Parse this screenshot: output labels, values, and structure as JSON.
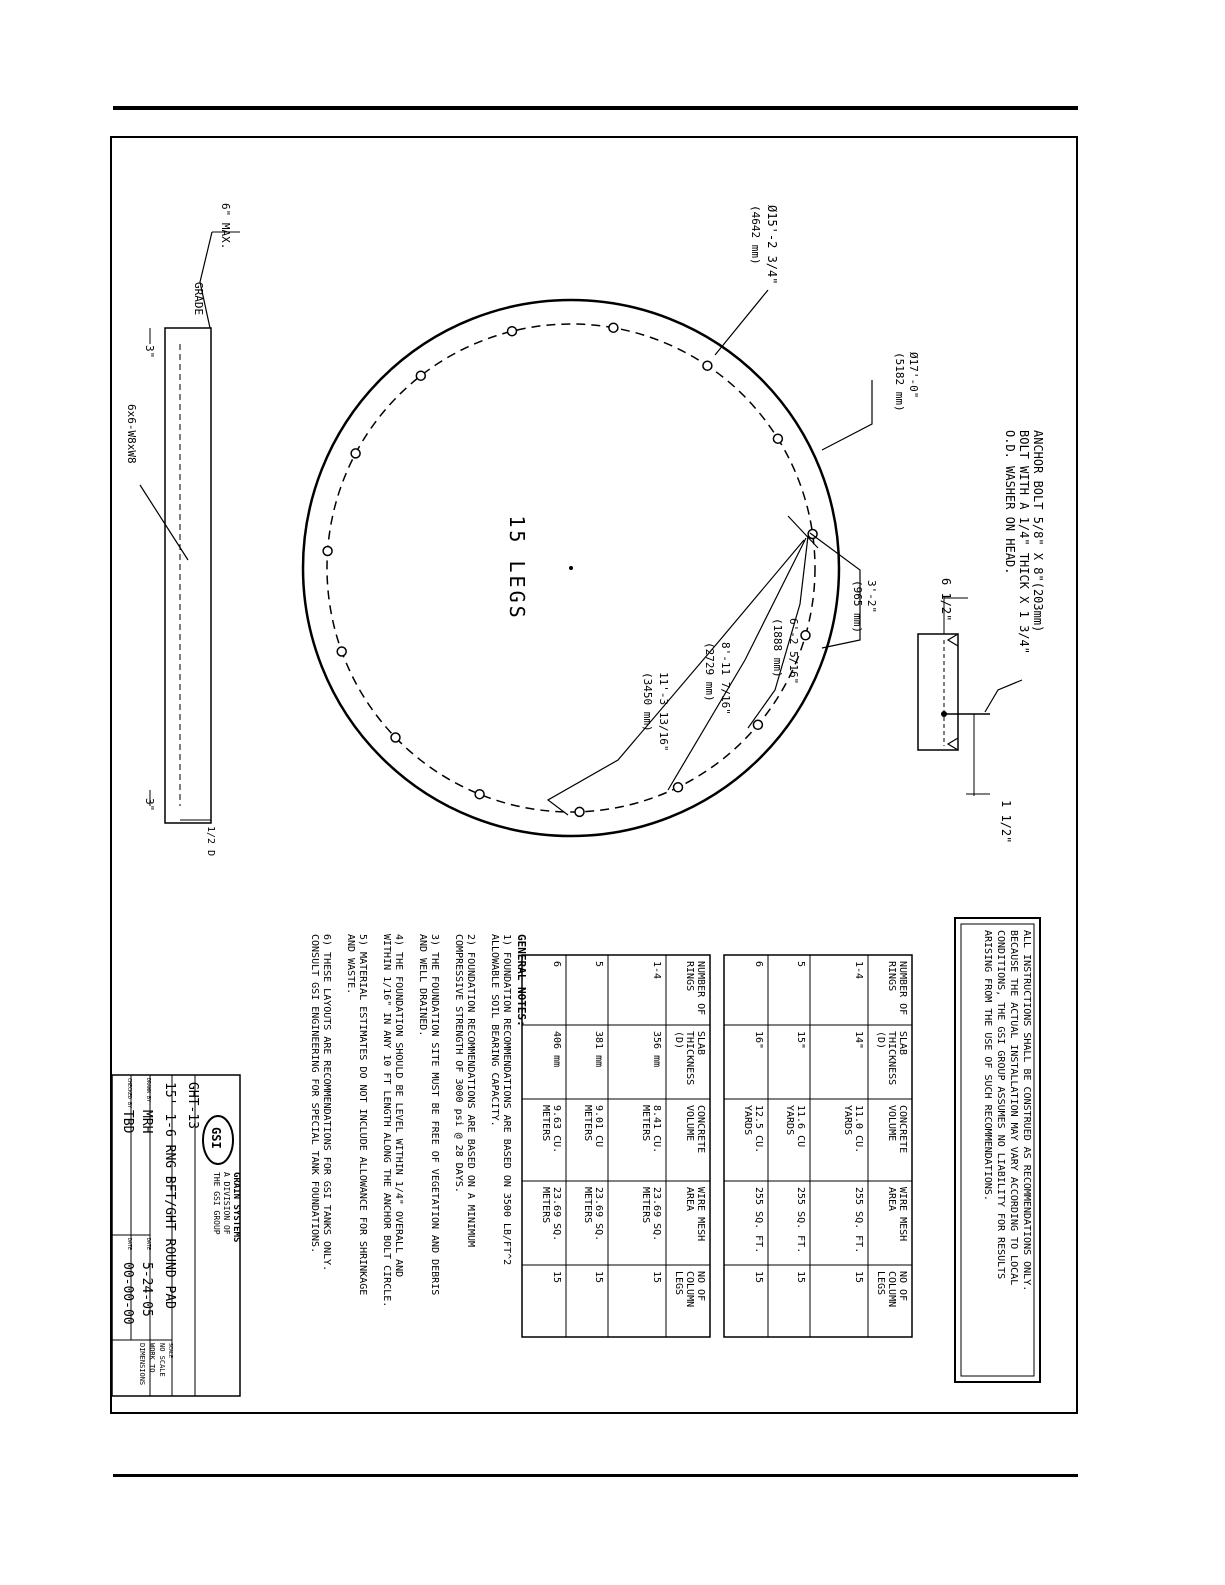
{
  "drawing": {
    "legs_label": "15 LEGS",
    "outer_diameter": [
      "Ø17'-0\"",
      "(5182 mm)"
    ],
    "bolt_circle": [
      "Ø15'-2 3/4\"",
      "(4642 mm)"
    ],
    "dim_3_2": [
      "3'-2\"",
      "(965 mm)"
    ],
    "dim_6_2": [
      "6'-2 5/16\"",
      "(1888 mm)"
    ],
    "dim_8_11": [
      "8'-11 7/16\"",
      "(2729 mm)"
    ],
    "dim_11_3": [
      "11'-3 13/16\"",
      "(3450 mm)"
    ],
    "anchor_bolt": [
      "ANCHOR BOLT 5/8\" X 8\"(203mm)",
      "BOLT WITH A 1/4\" THICK X 1 3/4\"",
      "O.D. WASHER ON HEAD."
    ],
    "bolt_dim_a": "6 1/2\"",
    "bolt_dim_b": "1 1/2\"",
    "section": {
      "max": "6\" MAX.",
      "grade": "GRADE",
      "dim_left": "3\"",
      "dim_right": "3\"",
      "mesh": "6x6-W8xW8",
      "d_half": "1/2 D"
    }
  },
  "disclaimer": "ALL INSTRUCTIONS SHALL BE CONSTRUED AS RECOMMENDATIONS ONLY. BECAUSE THE ACTUAL INSTALLATION MAY VARY ACCORDING TO LOCAL CONDITIONS, THE GSI GROUP ASSUMES NO LIABILITY FOR RESULTS ARISING FROM THE USE OF SUCH RECOMMENDATIONS.",
  "table_imperial": {
    "headers": [
      "NUMBER OF RINGS",
      "SLAB THICKNESS (D)",
      "CONCRETE VOLUME",
      "WIRE MESH AREA",
      "NO OF COLUMN LEGS"
    ],
    "rows": [
      [
        "1-4",
        "14\"",
        "11.0 CU. YARDS",
        "255 SQ. FT.",
        "15"
      ],
      [
        "5",
        "15\"",
        "11.6 CU YARDS",
        "255 SQ. FT.",
        "15"
      ],
      [
        "6",
        "16\"",
        "12.5 CU. YARDS",
        "255 SQ. FT.",
        "15"
      ]
    ]
  },
  "table_metric": {
    "headers": [
      "NUMBER OF RINGS",
      "SLAB THICKNESS (D)",
      "CONCRETE VOLUME",
      "WIRE MESH AREA",
      "NO OF COLUMN LEGS"
    ],
    "rows": [
      [
        "1-4",
        "356 mm",
        "8.41 CU. METERS",
        "23.69 SQ. METERS",
        "15"
      ],
      [
        "5",
        "381 mm",
        "9.01 CU METERS",
        "23.69 SQ. METERS",
        "15"
      ],
      [
        "6",
        "406 mm",
        "9.63 CU. METERS",
        "23.69 SQ. METERS",
        "15"
      ]
    ]
  },
  "notes": {
    "title": "GENERAL NOTES:",
    "lines": [
      "1) FOUNDATION RECOMMENDATIONS ARE BASED ON 3500 LB/FT^2",
      "ALLOWABLE SOIL BEARING CAPACITY.",
      "2) FOUNDATION RECOMMENDATIONS ARE BASED ON A MINIMUM",
      "COMPRESSIVE STRENGTH OF 3000 psi @ 28 DAYS.",
      "3) THE FOUNDATION SITE MUST BE FREE OF VEGETATION AND DEBRIS",
      "AND WELL DRAINED.",
      "4) THE FOUNDATION SHOULD BE LEVEL WITHIN 1/4\" OVERALL AND",
      "WITHIN 1/16\" IN ANY 10 FT LENGTH ALONG THE ANCHOR BOLT CIRCLE.",
      "5) MATERIAL ESTIMATES DO NOT INCLUDE ALLOWANCE FOR SHRINKAGE",
      "AND WASTE.",
      "6) THESE LAYOUTS ARE RECOMMENDATIONS FOR GSI TANKS ONLY.",
      "CONSULT GSI ENGINEERING FOR SPECIAL TANK FOUNDATIONS."
    ]
  },
  "title_block": {
    "logo": "GSI",
    "company": [
      "GRAIN SYSTEMS",
      "A DIVISION OF",
      "THE GSI GROUP"
    ],
    "drawing_no": "GHT-13",
    "title": "15' 1-6 RNG BFT/GHT ROUND PAD",
    "drawn_by_label": "DRAWN BY",
    "drawn_by": "MRH",
    "date_label": "DATE",
    "date": "5-24-05",
    "checked_by_label": "CHECKED BY",
    "checked_by": "TBD",
    "date2_label": "DATE",
    "date2": "00-00-00",
    "scale_label": "SCALE",
    "scale": [
      "NO SCALE",
      "WORK TO",
      "DIMENSIONS"
    ]
  }
}
